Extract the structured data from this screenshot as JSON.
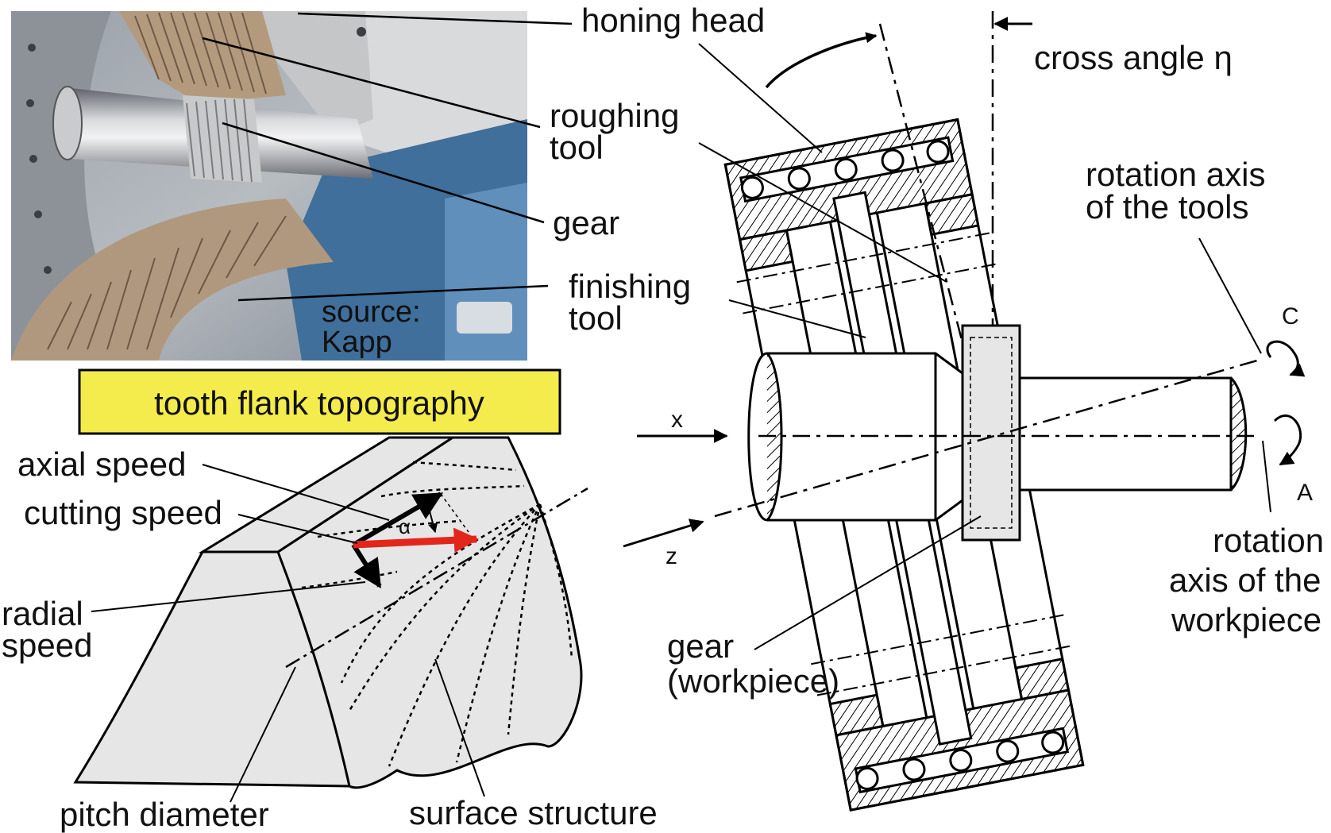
{
  "photo": {
    "labels": {
      "honing_head": "honing head",
      "roughing_tool_1": "roughing",
      "roughing_tool_2": "tool",
      "gear": "gear",
      "finishing_tool_1": "finishing",
      "finishing_tool_2": "tool"
    },
    "source_1": "source:",
    "source_2": "Kapp",
    "source_color": "#f2e44a"
  },
  "topography": {
    "title": "tooth flank topography",
    "title_bg": "#f4ec4c",
    "axial_speed": "axial speed",
    "cutting_speed": "cutting speed",
    "radial_speed_1": "radial",
    "radial_speed_2": "speed",
    "alpha": "α",
    "pitch_diameter": "pitch diameter",
    "surface_structure": "surface structure",
    "cutting_arrow_color": "#e3261b"
  },
  "schematic": {
    "cross_angle": "cross angle η",
    "rotation_tools_1": "rotation axis",
    "rotation_tools_2": "of the tools",
    "rotation_workpiece_1": "rotation",
    "rotation_workpiece_2": "axis of the",
    "rotation_workpiece_3": "workpiece",
    "gear_1": "gear",
    "gear_2": "(workpiece)",
    "axis_x": "x",
    "axis_z": "z",
    "axis_c": "C",
    "axis_a": "A"
  }
}
